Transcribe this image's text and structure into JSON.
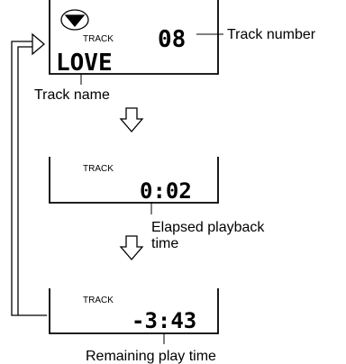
{
  "display1": {
    "indicator_label": "TRACK",
    "track_number": "08",
    "track_name": "LOVE",
    "track_number_caption": "Track number",
    "track_name_caption": "Track name"
  },
  "display2": {
    "indicator_label": "TRACK",
    "time": "0:02",
    "caption_line1": "Elapsed playback",
    "caption_line2": "time"
  },
  "display3": {
    "indicator_label": "TRACK",
    "time": "-3:43",
    "caption": "Remaining play time"
  },
  "icons": {
    "disc": "disc-icon",
    "down_arrow": "down-arrow-icon",
    "loop_arrow": "loop-back-arrow-icon"
  }
}
